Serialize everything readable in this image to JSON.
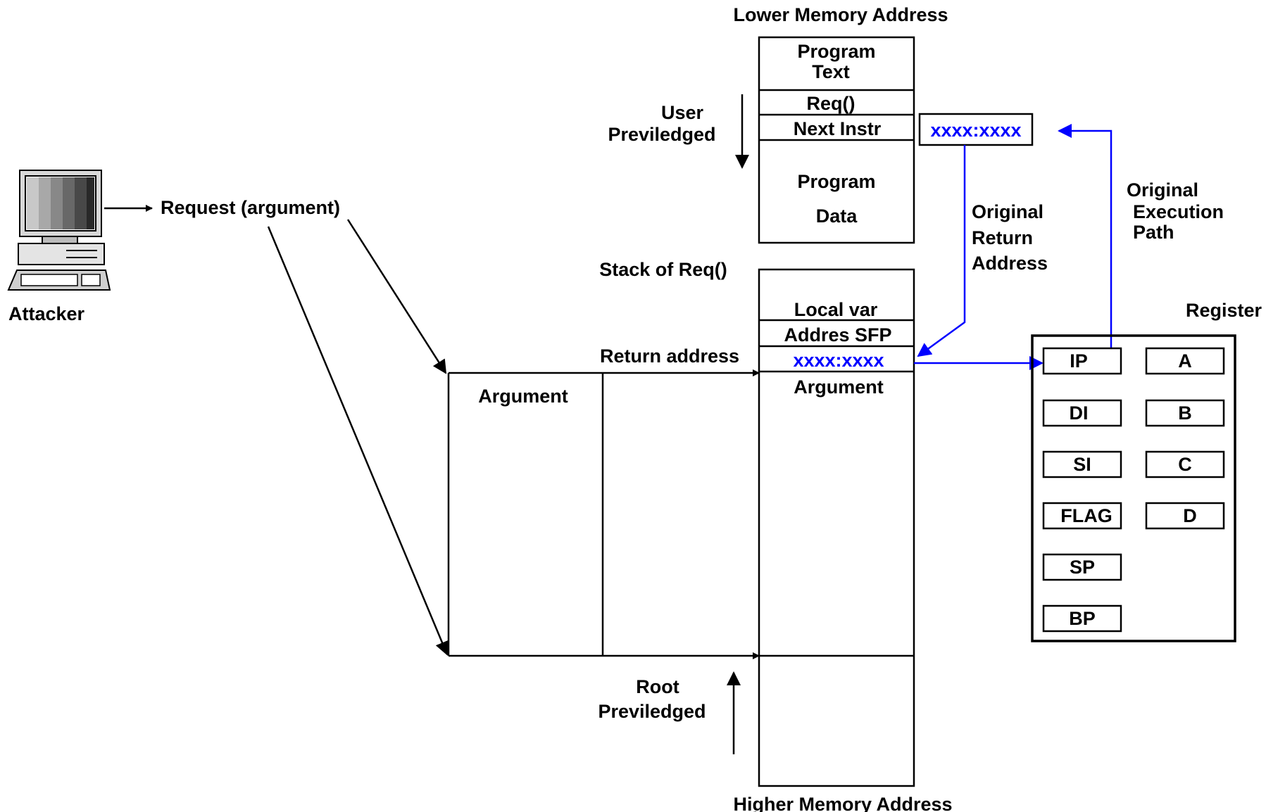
{
  "colors": {
    "line": "#000000",
    "highlight": "#0000ff",
    "background": "#ffffff"
  },
  "attacker": {
    "icon": "computer-icon",
    "label": "Attacker",
    "request_label": "Request (argument)"
  },
  "memory": {
    "top_label": "Lower Memory Address",
    "bottom_label": "Higher Memory Address",
    "program": {
      "text_line1": "Program",
      "text_line2": "Text",
      "req": "Req()",
      "next_instr": "Next Instr",
      "data_line1": "Program",
      "data_line2": "Data"
    },
    "stack": {
      "title": "Stack of Req()",
      "local_var": "Local var",
      "addres_sfp": "Addres SFP",
      "return_value": "xxxx:xxxx",
      "argument": "Argument"
    }
  },
  "privilege": {
    "user_line1": "User",
    "user_line2": "Previledged",
    "root_line1": "Root",
    "root_line2": "Previledged"
  },
  "argument_block": {
    "label": "Argument",
    "return_address_label": "Return address"
  },
  "next_instr_pointer": "xxxx:xxxx",
  "annotations": {
    "orig_return_line1": "Original",
    "orig_return_line2": "Return",
    "orig_return_line3": "Address",
    "orig_exec_line1": "Original",
    "orig_exec_line2": "Execution",
    "orig_exec_line3": "Path"
  },
  "register": {
    "title": "Register",
    "left": [
      "IP",
      "DI",
      "SI",
      "FLAG",
      "SP",
      "BP"
    ],
    "right": [
      "A",
      "B",
      "C",
      "D"
    ]
  }
}
